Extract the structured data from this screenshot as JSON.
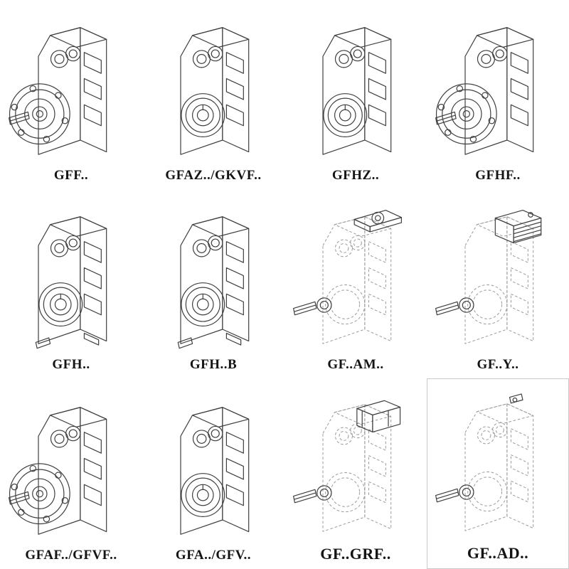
{
  "page": {
    "background": "#ffffff"
  },
  "colors": {
    "solid_line": "#3f3f3f",
    "dashed_line": "#9b9b9b",
    "box_border": "#c9c9c9"
  },
  "grid": {
    "cells": [
      {
        "label": "GFF..",
        "drawing": "gearbox-flange-output",
        "line_style": "solid"
      },
      {
        "label": "GFAZ../GKVF..",
        "drawing": "gearbox-hollow-shaft",
        "line_style": "solid"
      },
      {
        "label": "GFHZ..",
        "drawing": "gearbox-hollow-shaft",
        "line_style": "solid"
      },
      {
        "label": "GFHF..",
        "drawing": "gearbox-flange-output",
        "line_style": "solid"
      },
      {
        "label": "GFH..",
        "drawing": "gearbox-foot-mounted",
        "line_style": "solid"
      },
      {
        "label": "GFH..B",
        "drawing": "gearbox-foot-mounted",
        "line_style": "solid"
      },
      {
        "label": "GF..AM..",
        "drawing": "gearbox-input-flange",
        "line_style": "dashed"
      },
      {
        "label": "GF..Y..",
        "drawing": "gearbox-with-motor",
        "line_style": "dashed"
      },
      {
        "label": "GFAF../GFVF..",
        "drawing": "gearbox-flange-output",
        "line_style": "solid"
      },
      {
        "label": "GFA../GFV..",
        "drawing": "gearbox-hollow-shaft",
        "line_style": "solid"
      },
      {
        "label": "GF..GRF..",
        "drawing": "gearbox-input-box",
        "line_style": "dashed"
      },
      {
        "label": "GF..AD..",
        "drawing": "gearbox-input-shaft",
        "line_style": "dashed"
      }
    ]
  }
}
